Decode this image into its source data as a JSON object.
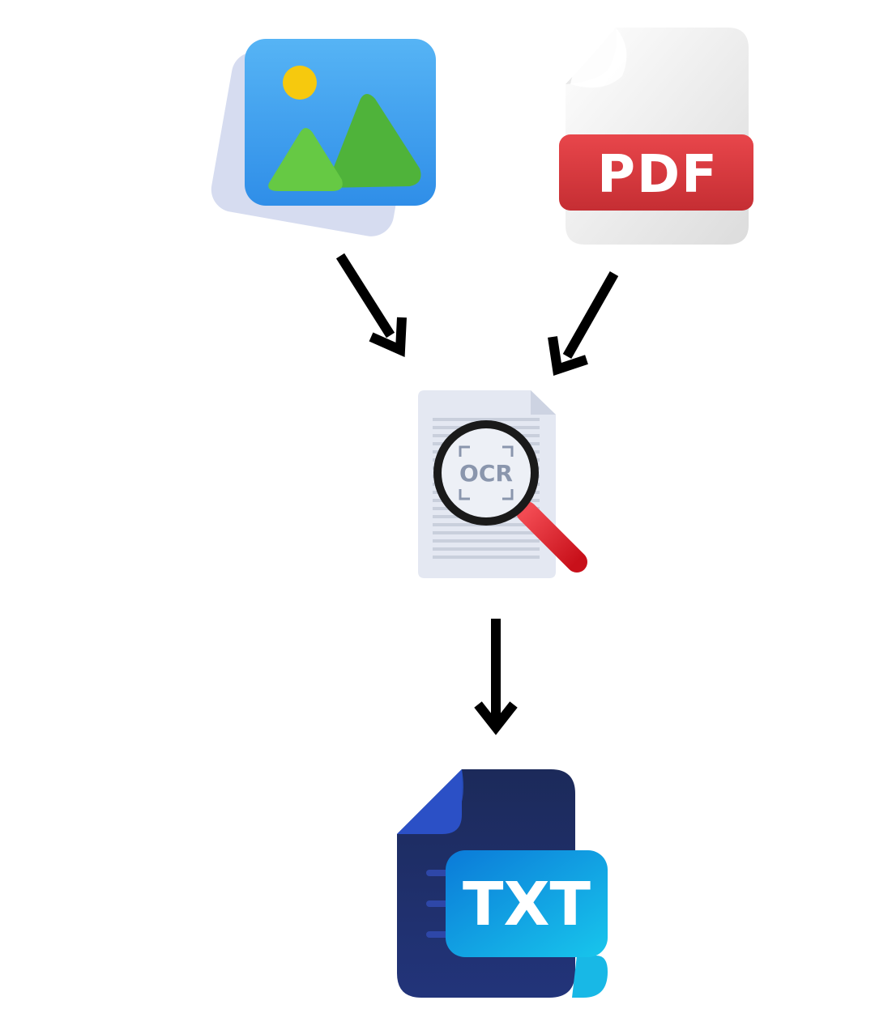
{
  "nodes": {
    "image": {
      "label": ""
    },
    "pdf": {
      "label": "PDF"
    },
    "ocr": {
      "label": "OCR"
    },
    "txt": {
      "label": "TXT"
    }
  },
  "edges": [
    {
      "from": "image",
      "to": "ocr"
    },
    {
      "from": "pdf",
      "to": "ocr"
    },
    {
      "from": "ocr",
      "to": "txt"
    }
  ],
  "colors": {
    "arrow": "#000000",
    "image_frame": "#3fa0ef",
    "image_sun": "#f6c90e",
    "image_mountain": "#5bbf3c",
    "pdf_paper": "#f0f0f0",
    "pdf_band": "#d93a3f",
    "pdf_text": "#ffffff",
    "ocr_paper": "#e4e8f2",
    "ocr_text": "#8a96ad",
    "magnifier_ring": "#1a1a1a",
    "magnifier_handle": "#e0161f",
    "txt_body": "#1e2b5e",
    "txt_label_bg": "#0e8fe0",
    "txt_text": "#ffffff"
  }
}
